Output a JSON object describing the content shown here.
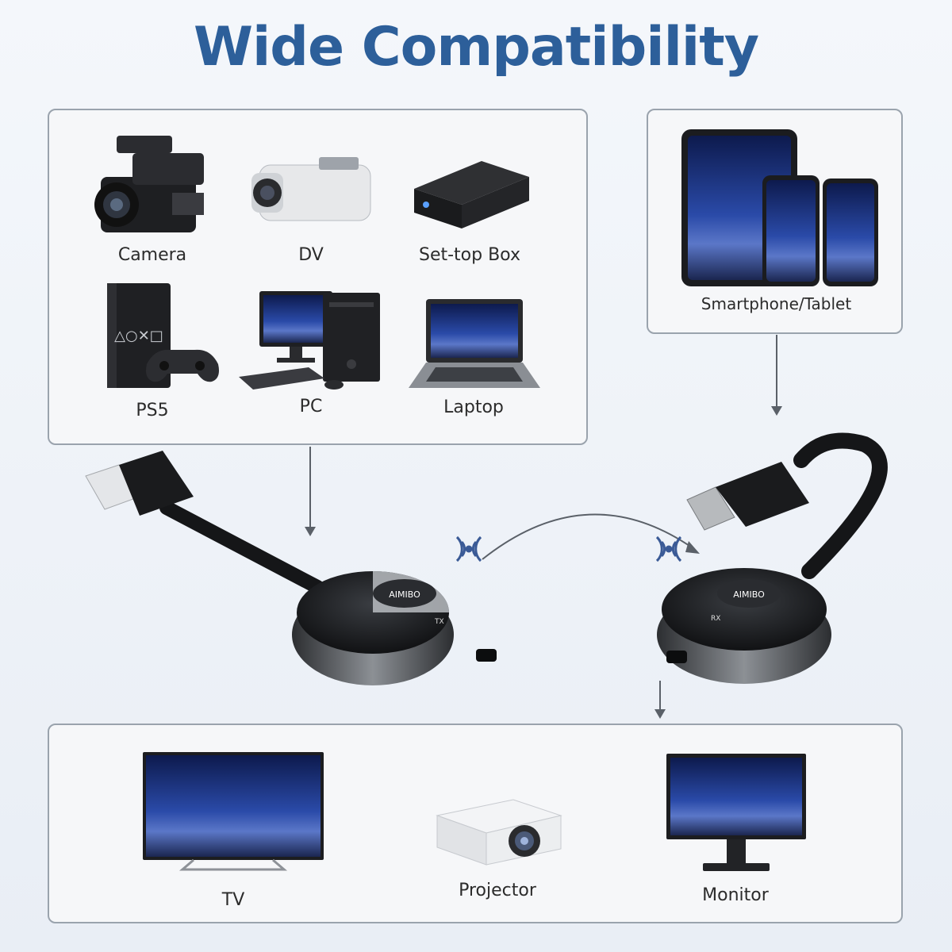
{
  "title": "Wide Compatibility",
  "colors": {
    "title": "#2d5f9a",
    "panel_border": "#9aa3ad",
    "arrow": "#5a6068",
    "screen_sky": "#1b2e78"
  },
  "sources": [
    {
      "label": "Camera",
      "icon": "camcorder-icon"
    },
    {
      "label": "DV",
      "icon": "handycam-icon"
    },
    {
      "label": "Set-top Box",
      "icon": "set-top-box-icon"
    },
    {
      "label": "PS5",
      "icon": "game-console-icon"
    },
    {
      "label": "PC",
      "icon": "desktop-pc-icon"
    },
    {
      "label": "Laptop",
      "icon": "laptop-icon"
    }
  ],
  "mobile": {
    "label": "Smartphone/Tablet",
    "icon": "phone-tablet-icon"
  },
  "displays": [
    {
      "label": "TV",
      "icon": "tv-icon"
    },
    {
      "label": "Projector",
      "icon": "projector-icon"
    },
    {
      "label": "Monitor",
      "icon": "monitor-icon"
    }
  ],
  "devices": {
    "transmitter": {
      "icon": "hdmi-transmitter-icon",
      "brand": "AIMIBO",
      "mark": "TX"
    },
    "receiver": {
      "icon": "hdmi-receiver-icon",
      "brand": "AIMIBO",
      "mark": "RX"
    }
  }
}
